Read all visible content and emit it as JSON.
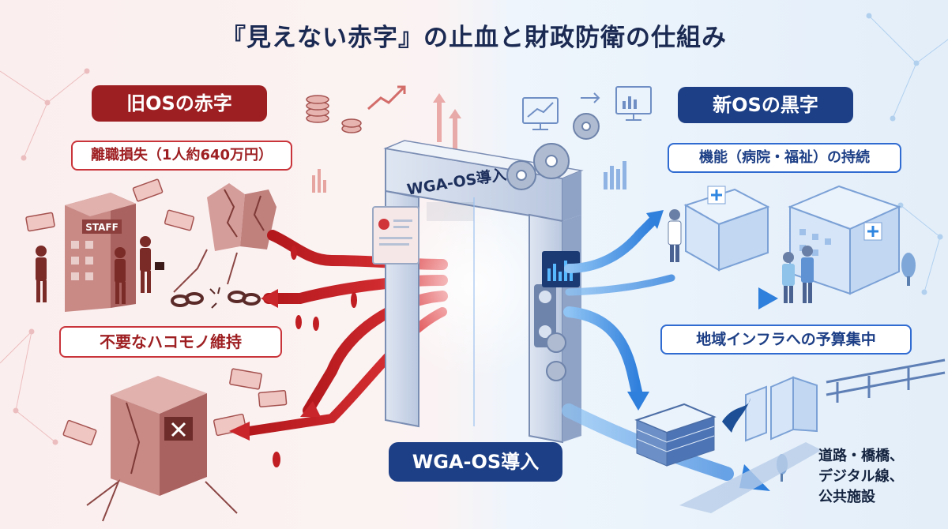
{
  "title": "『見えない赤字』の止血と財政防衛の仕組み",
  "old_os": {
    "heading": "旧OSの赤字",
    "turnover_loss": "離職損失（1人約640万円）",
    "unnecessary_boxes": "不要なハコモノ維持",
    "staff_sign": "STAFF"
  },
  "gate": {
    "label": "WGA-OS導入"
  },
  "new_os": {
    "heading": "新OSの黒字",
    "function_continuity": "機能（病院・福祉）の持続",
    "infra_budget": "地域インフラへの予算集中",
    "infra_list": "道路・橋橋、\nデジタル線、\n公共施設"
  },
  "center_badge": "WGA-OS導入",
  "colors": {
    "red_dark": "#9e1f22",
    "red_flow": "#d12b2f",
    "blue_dark": "#1d3f86",
    "blue_flow": "#2f86e0",
    "title": "#1b2a52"
  }
}
